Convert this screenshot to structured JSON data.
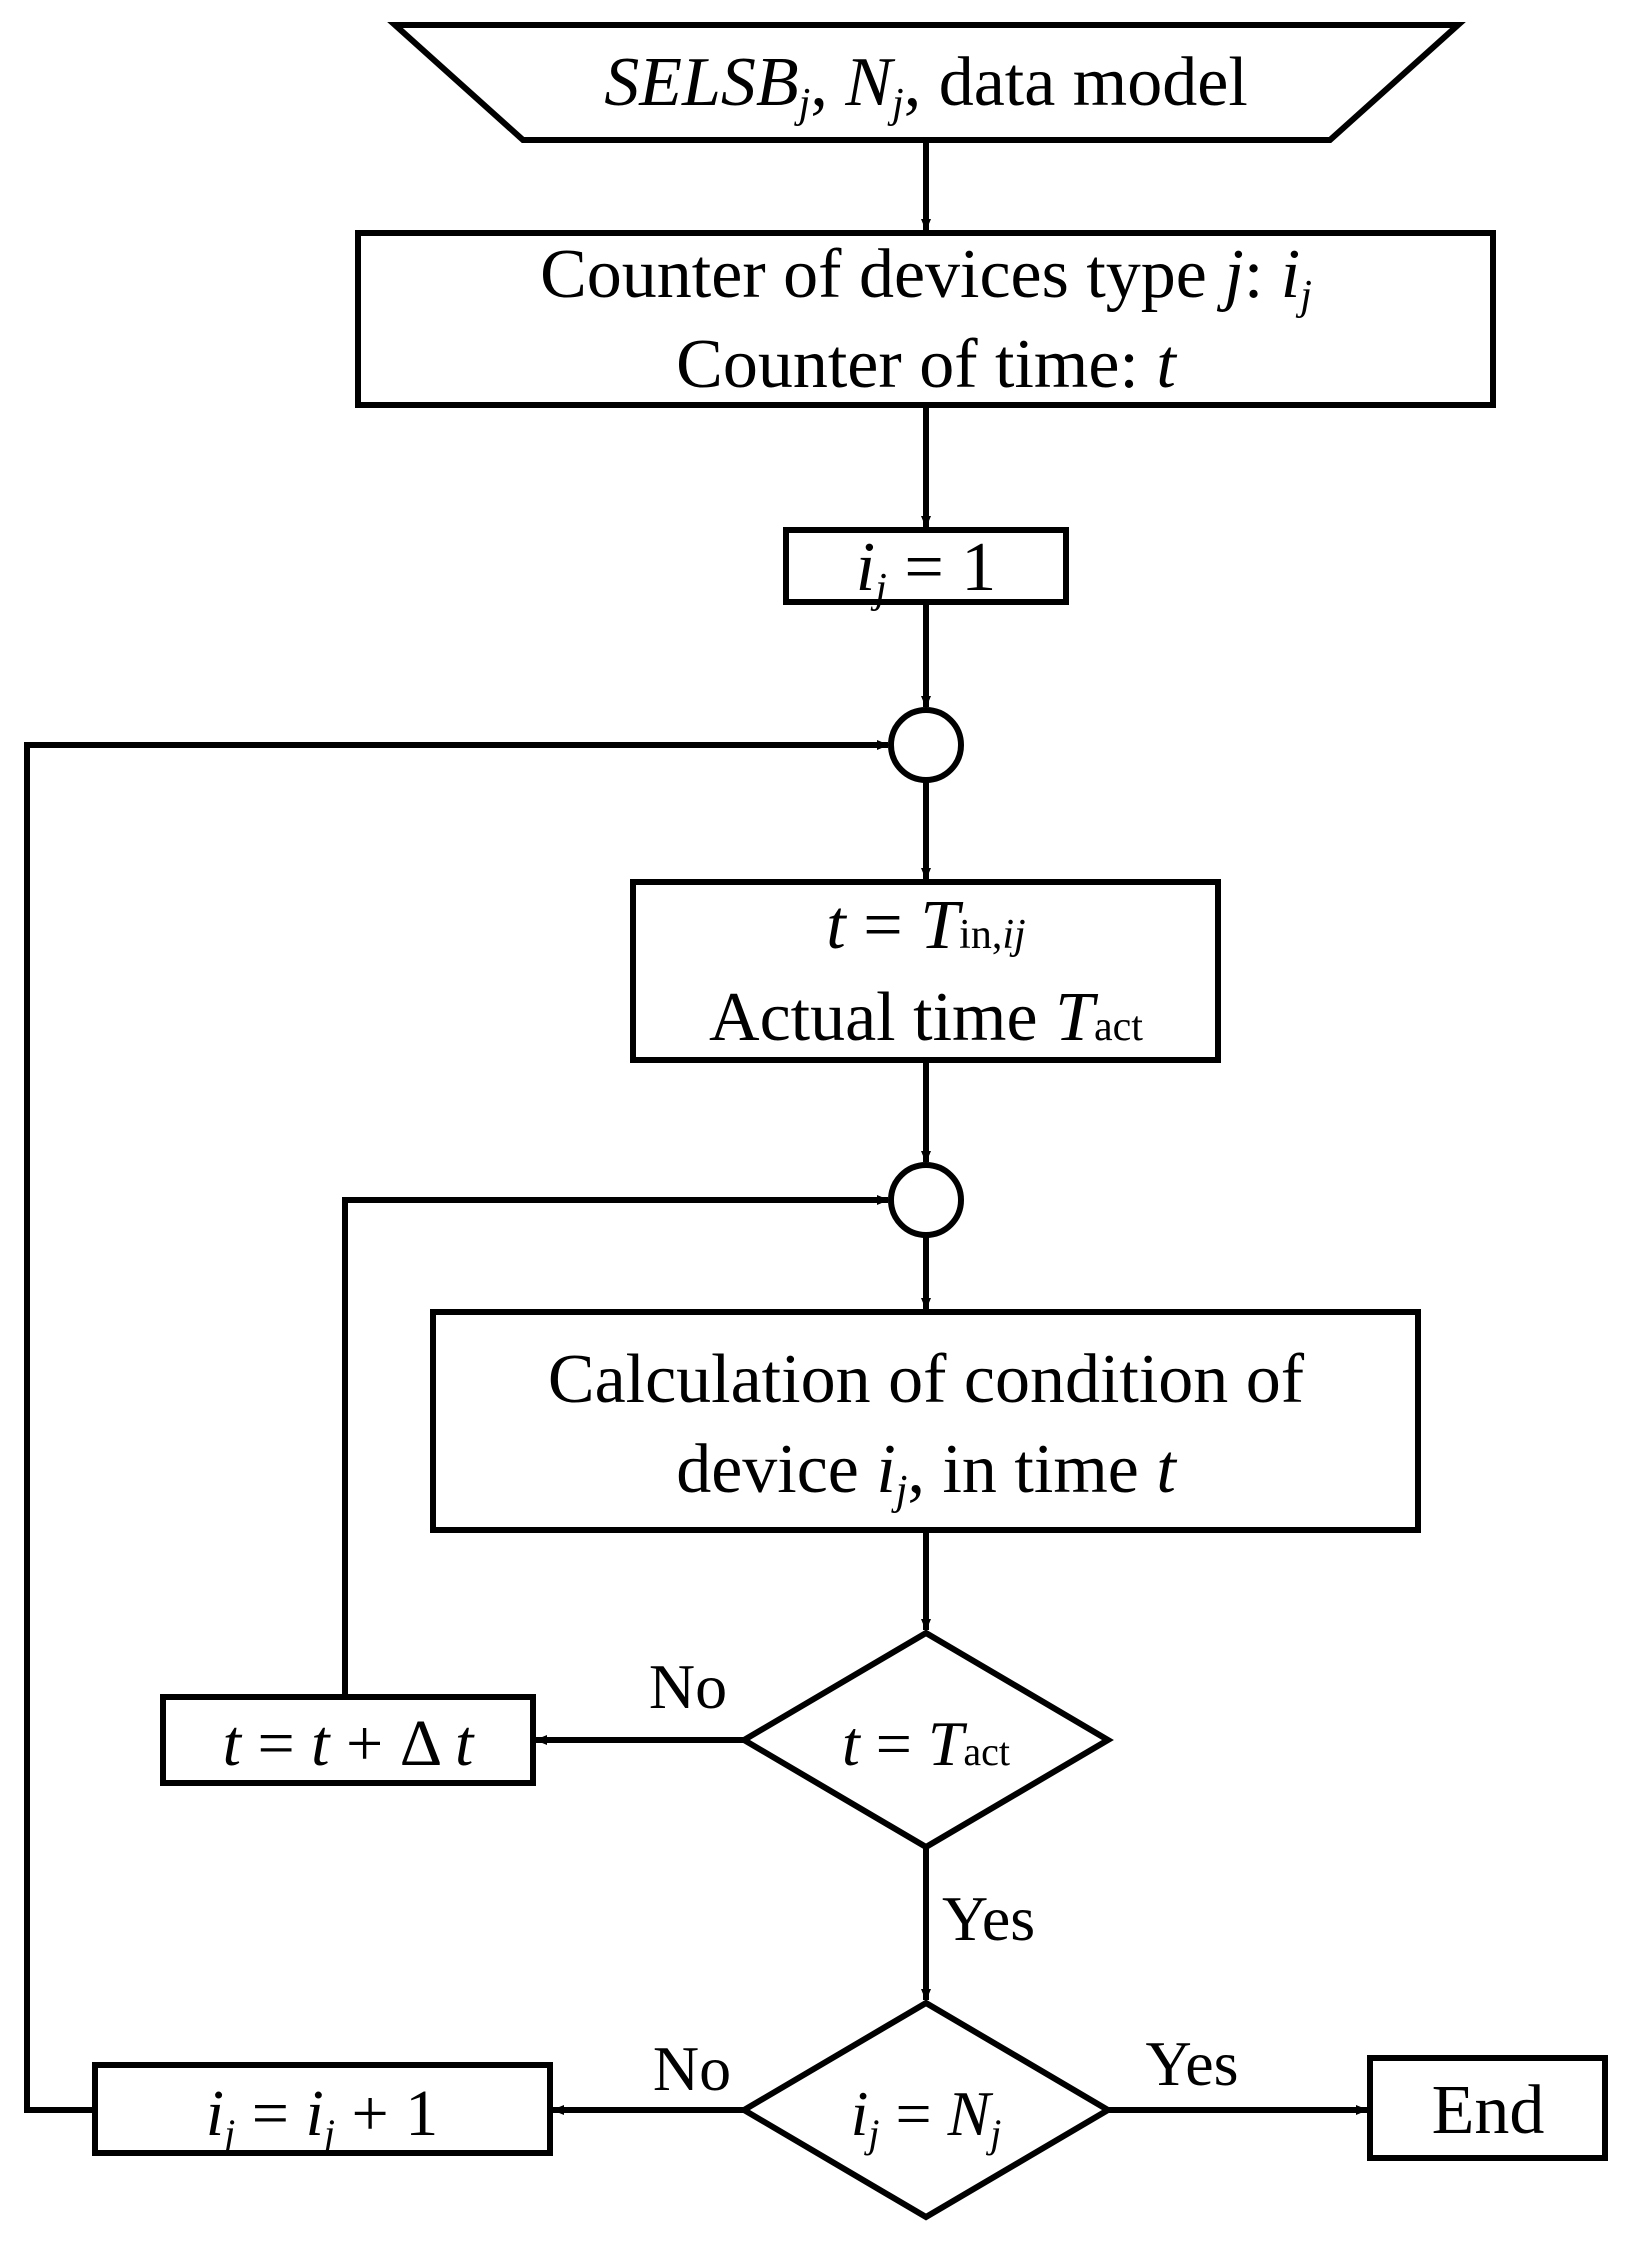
{
  "input": {
    "sub1": "SELSB",
    "sub1_idx": "j",
    "sep1": ", ",
    "n": "N",
    "n_idx": "j",
    "sep2": ", data model"
  },
  "counters": {
    "line1_text": "Counter of devices type ",
    "line1_j": "j",
    "line1_colon": ": ",
    "line1_i": "i",
    "line1_i_idx": "j",
    "line2_text": "Counter of time: ",
    "line2_t": "t"
  },
  "init": {
    "i": "i",
    "i_idx": "j",
    "eq": " = 1"
  },
  "time_init": {
    "line1_t": "t",
    "line1_eq": " = ",
    "line1_T": "T",
    "line1_sub_in": "in,",
    "line1_sub_ij": "ij",
    "line2_text": "Actual time ",
    "line2_T": "T",
    "line2_sub": "act"
  },
  "calc": {
    "line1": "Calculation of condition of",
    "line2_text": "device  ",
    "line2_i": "i",
    "line2_i_idx": "j",
    "line2_mid": ", in time ",
    "line2_t": "t"
  },
  "decision_time": {
    "t": "t",
    "eq": " = ",
    "T": "T",
    "sub": "act",
    "no_label": "No",
    "yes_label": "Yes"
  },
  "time_step": {
    "t1": "t",
    "eq": " = ",
    "t2": "t",
    "plus": " +  Δ ",
    "t3": "t"
  },
  "decision_device": {
    "i": "i",
    "i_idx": "j",
    "eq": " = ",
    "N": "N",
    "N_idx": "j",
    "no_label": "No",
    "yes_label": "Yes"
  },
  "device_step": {
    "i1": "i",
    "i1_idx": "j",
    "eq": " = ",
    "i2": "i",
    "i2_idx": "j",
    "plus": " + 1"
  },
  "end": {
    "label": "End"
  }
}
